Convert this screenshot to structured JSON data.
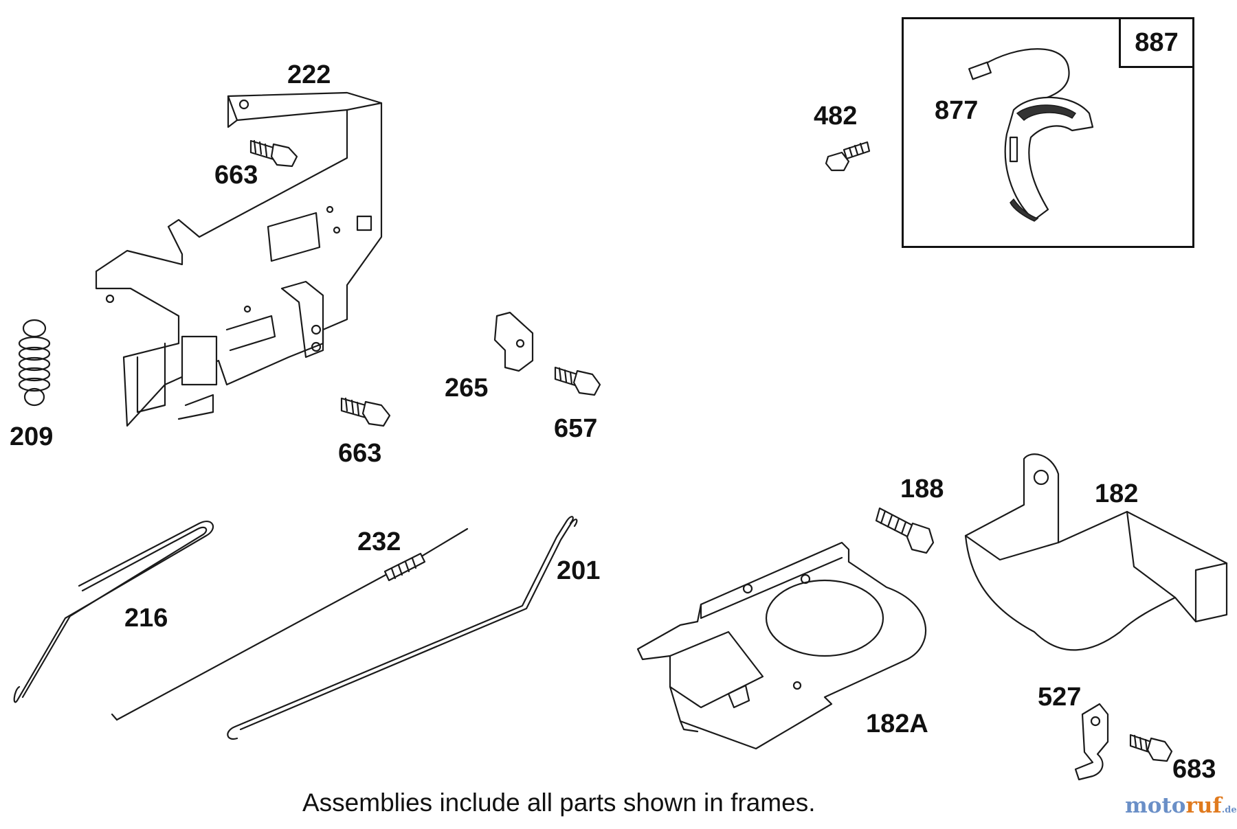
{
  "callouts": [
    {
      "id": "222",
      "label": "222"
    },
    {
      "id": "663a",
      "label": "663"
    },
    {
      "id": "209",
      "label": "209"
    },
    {
      "id": "663b",
      "label": "663"
    },
    {
      "id": "265",
      "label": "265"
    },
    {
      "id": "657",
      "label": "657"
    },
    {
      "id": "482",
      "label": "482"
    },
    {
      "id": "877",
      "label": "877"
    },
    {
      "id": "887",
      "label": "887"
    },
    {
      "id": "188",
      "label": "188"
    },
    {
      "id": "182",
      "label": "182"
    },
    {
      "id": "232",
      "label": "232"
    },
    {
      "id": "201",
      "label": "201"
    },
    {
      "id": "216",
      "label": "216"
    },
    {
      "id": "182A",
      "label": "182A"
    },
    {
      "id": "527",
      "label": "527"
    },
    {
      "id": "683",
      "label": "683"
    }
  ],
  "caption": "Assemblies include all parts shown in frames.",
  "watermark": {
    "part1": "moto",
    "part2": "ruf",
    "part3": ".de"
  },
  "colors": {
    "line": "#1a1a1a",
    "watermark_blue": "#6a8fc7",
    "watermark_orange": "#e07a1e"
  }
}
